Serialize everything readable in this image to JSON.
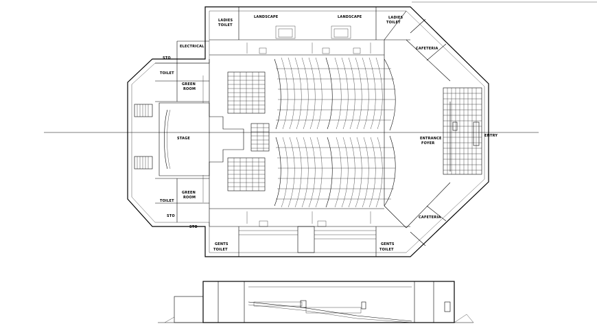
{
  "rooms": {
    "ladies_toilet_top": [
      "LADIES",
      "TOILET"
    ],
    "landscape_left": "LANDSCAPE",
    "landscape_right": "LANDSCAPE",
    "ladies_toilet_topright": [
      "LADIES",
      "TOILET"
    ],
    "electrical": "ELECTRICAL",
    "cafeteria_top": "CAFETERIA",
    "sto_top": "STO",
    "toilet_top": "TOILET",
    "green_room_top": [
      "GREEN",
      "ROOM"
    ],
    "stage": "STAGE",
    "entrance_foyer": [
      "ENTRANCE",
      "FOYER"
    ],
    "entry": "ENTRY",
    "green_room_bottom": [
      "GREEN",
      "ROOM"
    ],
    "toilet_bottom": "TOILET",
    "sto_bottom_left": "STO",
    "sto_bottom": "STO",
    "cafeteria_bottom": "CAFETERIA",
    "gents_toilet_left": [
      "GENTS",
      "TOILET"
    ],
    "gents_toilet_right": [
      "GENTS",
      "TOILET"
    ]
  }
}
